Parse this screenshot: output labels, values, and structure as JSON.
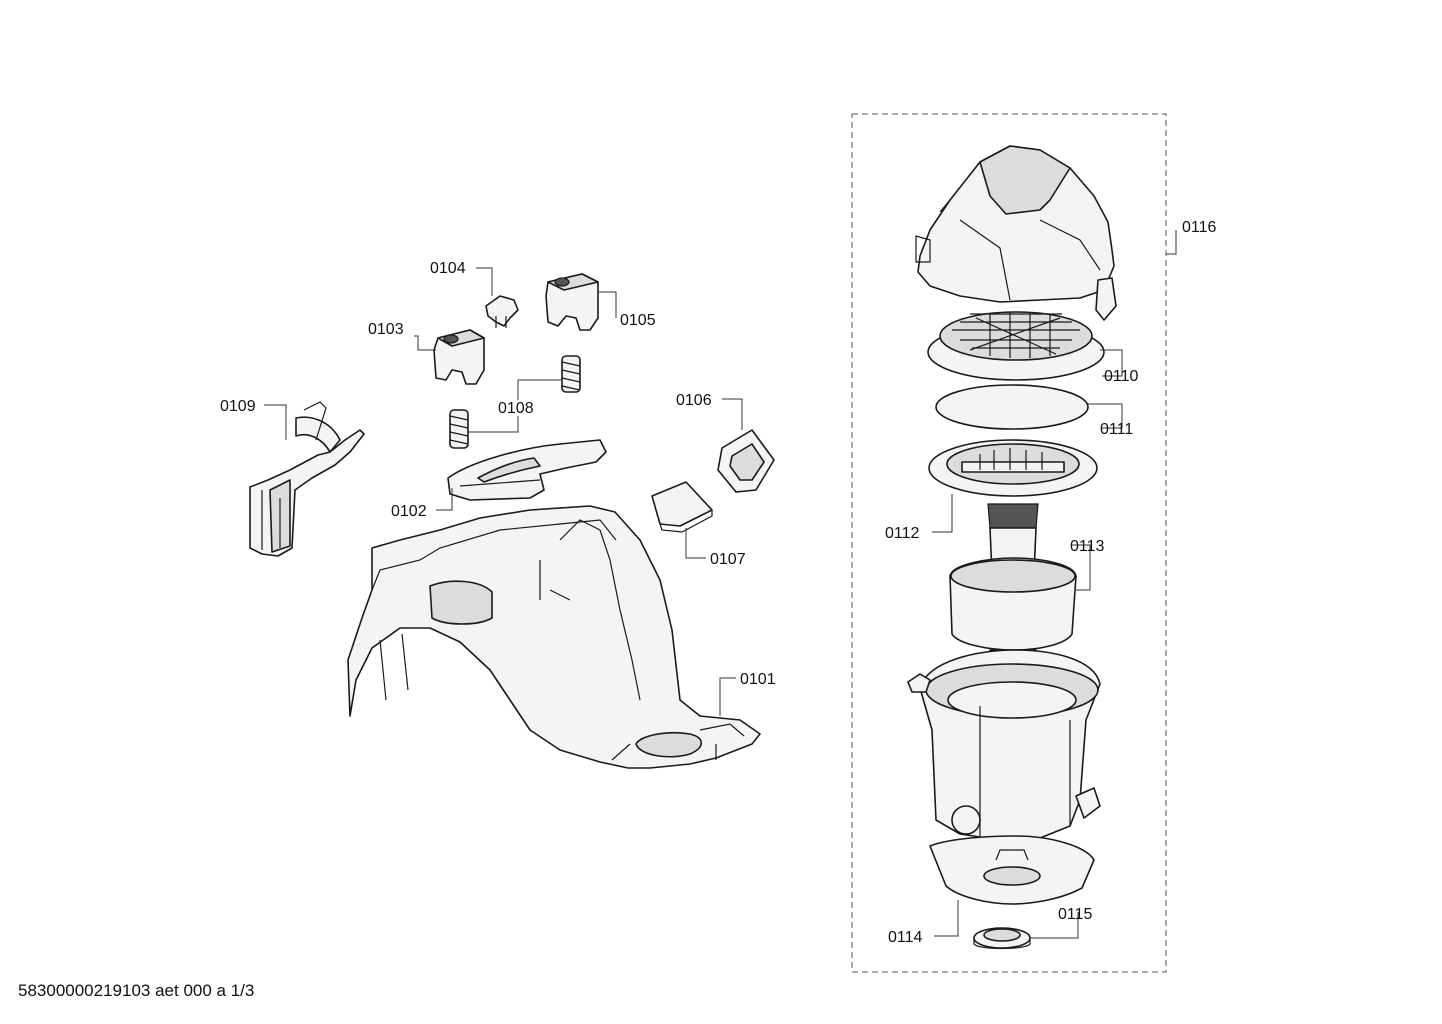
{
  "footer": "58300000219103 aet 000 a 1/3",
  "labels": {
    "p0101": "0101",
    "p0102": "0102",
    "p0103": "0103",
    "p0104": "0104",
    "p0105": "0105",
    "p0106": "0106",
    "p0107": "0107",
    "p0108": "0108",
    "p0109": "0109",
    "p0110": "0110",
    "p0111": "0111",
    "p0112": "0112",
    "p0113": "0113",
    "p0114": "0114",
    "p0115": "0115",
    "p0116": "0116"
  }
}
